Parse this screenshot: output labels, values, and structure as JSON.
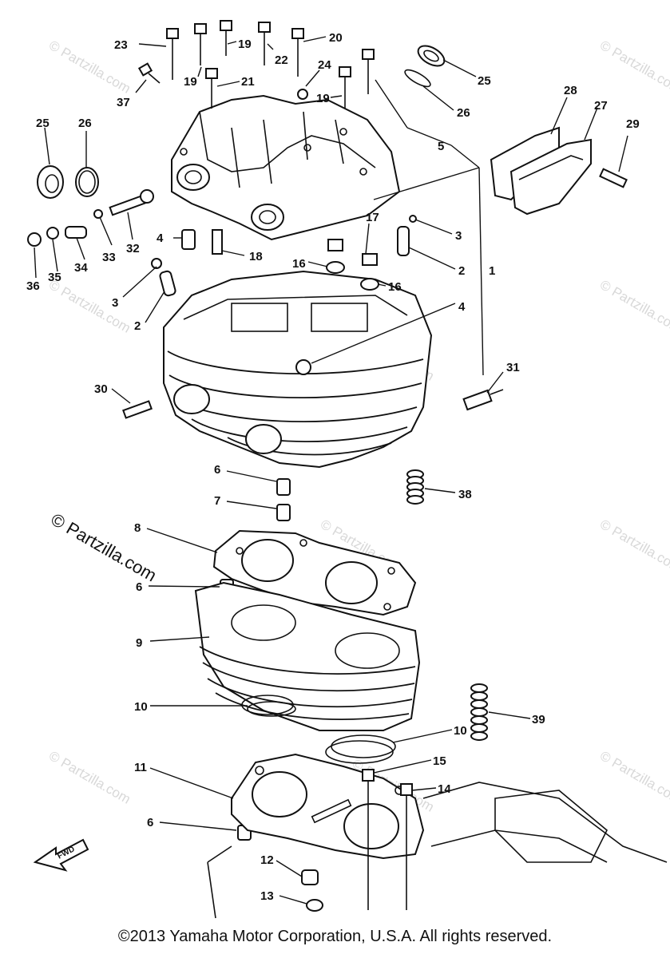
{
  "watermark": "© Partzilla.com",
  "copyright": "©2013 Yamaha Motor Corporation, U.S.A. All rights reserved.",
  "fwd_label": "FWD",
  "callouts": [
    "1",
    "2",
    "3",
    "4",
    "5",
    "6",
    "7",
    "8",
    "9",
    "10",
    "11",
    "12",
    "13",
    "14",
    "15",
    "16",
    "17",
    "18",
    "19",
    "20",
    "21",
    "22",
    "23",
    "24",
    "25",
    "26",
    "27",
    "28",
    "29",
    "30",
    "31",
    "32",
    "33",
    "34",
    "35",
    "36",
    "37",
    "38",
    "39"
  ]
}
